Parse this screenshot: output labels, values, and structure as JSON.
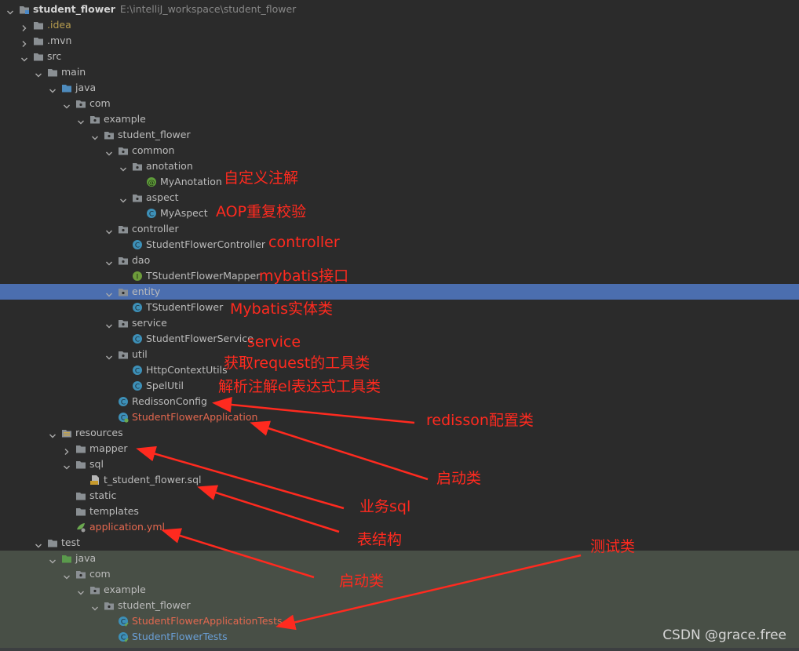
{
  "project": {
    "name": "student_flower",
    "path": "E:\\intelliJ_workspace\\student_flower"
  },
  "colors": {
    "background": "#2b2b2b",
    "selection": "#4b6eaf",
    "test_area": "#484f46",
    "annotation": "#ff2a1f",
    "excluded": "#b79d4f",
    "modified": "#e4684f"
  },
  "tree": [
    {
      "label": "student_flower"
    },
    {
      "label": ".idea"
    },
    {
      "label": ".mvn"
    },
    {
      "label": "src"
    },
    {
      "label": "main"
    },
    {
      "label": "java"
    },
    {
      "label": "com"
    },
    {
      "label": "example"
    },
    {
      "label": "student_flower"
    },
    {
      "label": "common"
    },
    {
      "label": "anotation"
    },
    {
      "label": "MyAnotation"
    },
    {
      "label": "aspect"
    },
    {
      "label": "MyAspect"
    },
    {
      "label": "controller"
    },
    {
      "label": "StudentFlowerController"
    },
    {
      "label": "dao"
    },
    {
      "label": "TStudentFlowerMapper"
    },
    {
      "label": "entity"
    },
    {
      "label": "TStudentFlower"
    },
    {
      "label": "service"
    },
    {
      "label": "StudentFlowerService"
    },
    {
      "label": "util"
    },
    {
      "label": "HttpContextUtils"
    },
    {
      "label": "SpelUtil"
    },
    {
      "label": "RedissonConfig"
    },
    {
      "label": "StudentFlowerApplication"
    },
    {
      "label": "resources"
    },
    {
      "label": "mapper"
    },
    {
      "label": "sql"
    },
    {
      "label": "t_student_flower.sql"
    },
    {
      "label": "static"
    },
    {
      "label": "templates"
    },
    {
      "label": "application.yml"
    },
    {
      "label": "test"
    },
    {
      "label": "java"
    },
    {
      "label": "com"
    },
    {
      "label": "example"
    },
    {
      "label": "student_flower"
    },
    {
      "label": "StudentFlowerApplicationTests"
    },
    {
      "label": "StudentFlowerTests"
    }
  ],
  "annotations": [
    {
      "text": "自定义注解"
    },
    {
      "text": "AOP重复校验"
    },
    {
      "text": "controller"
    },
    {
      "text": "mybatis接口"
    },
    {
      "text": "Mybatis实体类"
    },
    {
      "text": "service"
    },
    {
      "text": "获取request的工具类"
    },
    {
      "text": "解析注解el表达式工具类"
    },
    {
      "text": "redisson配置类"
    },
    {
      "text": "启动类"
    },
    {
      "text": "业务sql"
    },
    {
      "text": "表结构"
    },
    {
      "text": "测试类"
    },
    {
      "text": "启动类"
    }
  ],
  "watermark": "CSDN @grace.free"
}
